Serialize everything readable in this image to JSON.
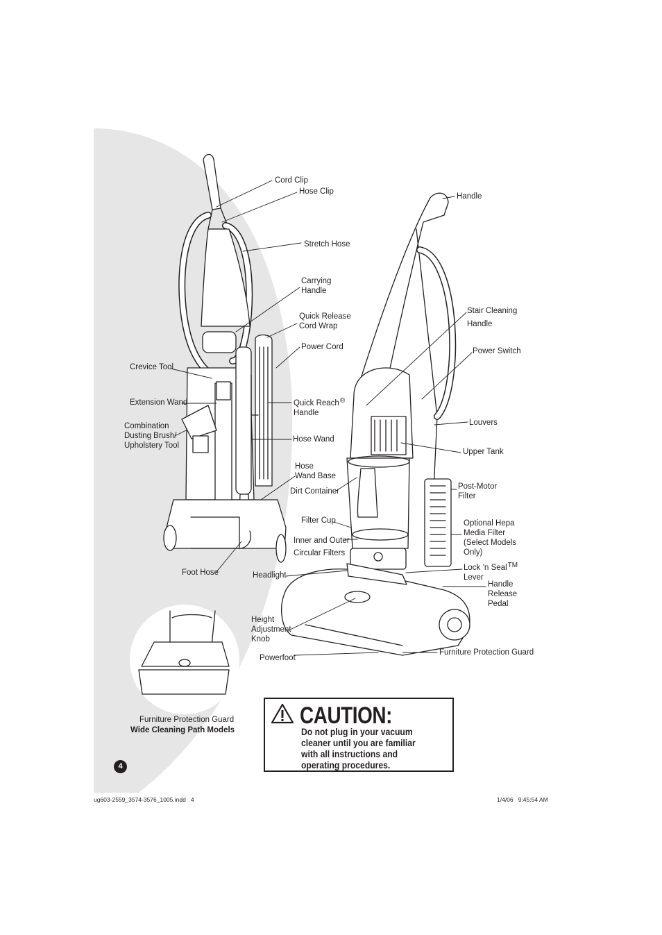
{
  "labels": {
    "cord_clip": "Cord Clip",
    "hose_clip": "Hose Clip",
    "stretch_hose": "Stretch Hose",
    "carrying_handle": [
      "Carrying",
      "Handle"
    ],
    "quick_release_cord_wrap": [
      "Quick Release",
      "Cord Wrap"
    ],
    "power_cord": "Power Cord",
    "crevice_tool": "Crevice Tool",
    "extension_wand": "Extension Wand",
    "combination_tool": [
      "Combination",
      "Dusting Brush/",
      "Upholstery Tool"
    ],
    "quick_reach_handle": [
      "Quick Reach",
      "Handle"
    ],
    "registered_mark": "®",
    "hose_wand": "Hose Wand",
    "hose_wand_base": [
      "Hose",
      "Wand Base"
    ],
    "dirt_container": "Dirt Container",
    "filter_cup": "Filter Cup",
    "inner_outer_filters": [
      "Inner and Outer",
      "Circular Filters"
    ],
    "foot_hose": "Foot Hose",
    "headlight": "Headlight",
    "height_adjustment_knob": [
      "Height",
      "Adjustment",
      "Knob"
    ],
    "powerfoot": "Powerfoot",
    "handle": "Handle",
    "stair_cleaning_handle": [
      "Stair Cleaning",
      "Handle"
    ],
    "power_switch": "Power Switch",
    "louvers": "Louvers",
    "upper_tank": "Upper Tank",
    "post_motor_filter": [
      "Post-Motor",
      "Filter"
    ],
    "optional_hepa": [
      "Optional Hepa",
      "Media Filter",
      "(Select Models",
      "Only)"
    ],
    "lock_n_seal_lever": [
      "Lock ’n Seal",
      "Lever"
    ],
    "trademark": "TM",
    "handle_release_pedal": [
      "Handle",
      "Release",
      "Pedal"
    ],
    "furniture_protection_guard": "Furniture Protection Guard",
    "inset_guard": "Furniture Protection Guard",
    "inset_models": "Wide Cleaning Path Models"
  },
  "caution": {
    "title": "CAUTION:",
    "lines": [
      "Do not plug in your vacuum",
      "cleaner until you are familiar",
      "with all instructions and",
      "operating procedures."
    ]
  },
  "page_number": "4",
  "footer": {
    "left": "ug603-2559_3574-3576_1005.indd   4",
    "right": "1/4/06   9:45:54 AM"
  },
  "colors": {
    "ink": "#231f20",
    "background_band": "#e6e6e6",
    "page": "#ffffff"
  }
}
